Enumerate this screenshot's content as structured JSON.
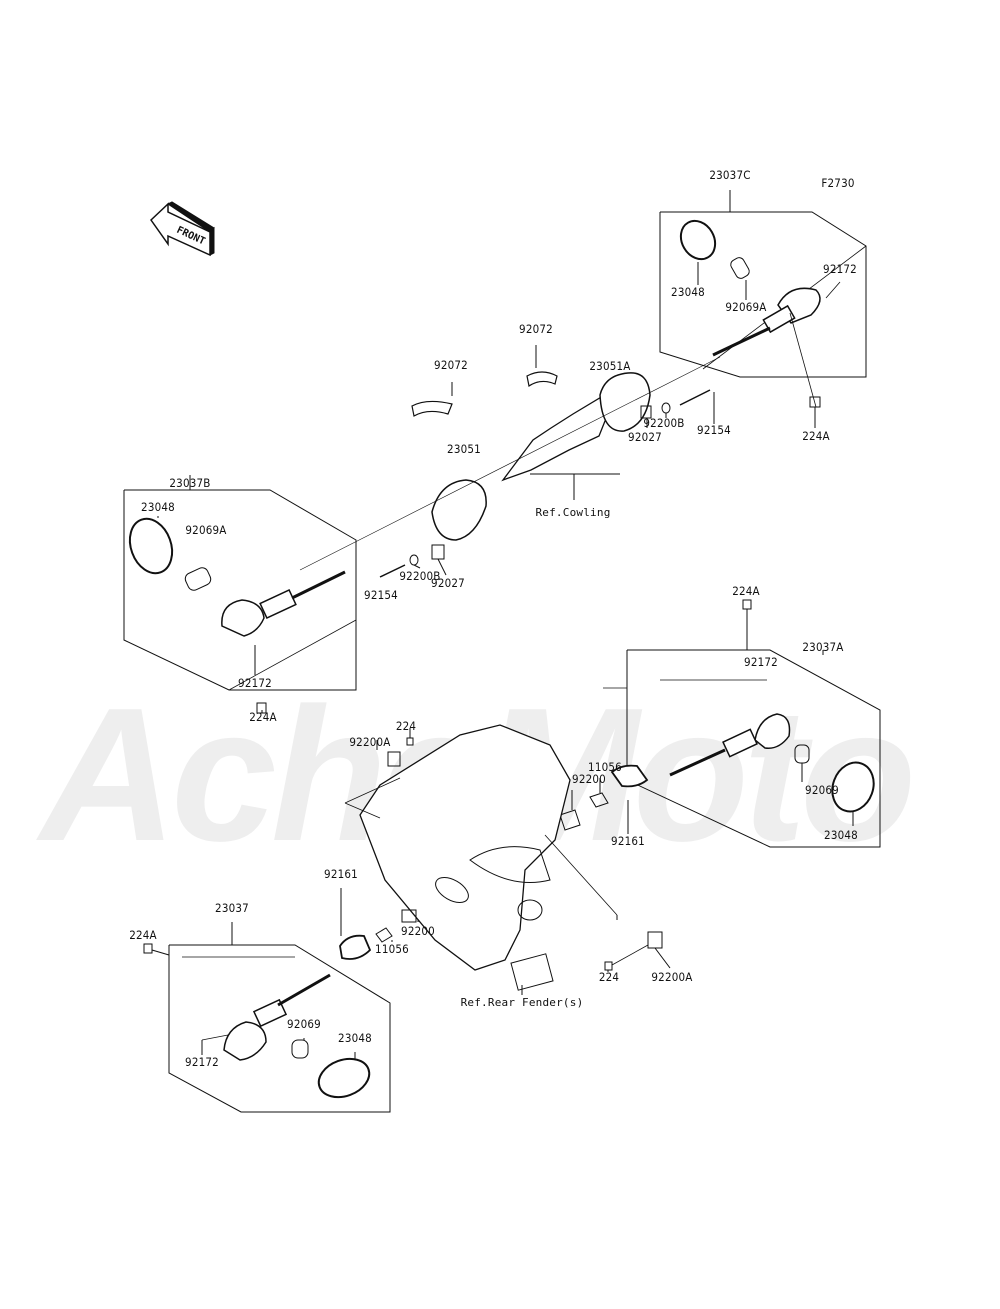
{
  "watermark": "AcheMoto",
  "figure_code": "F2730",
  "front_arrow": "FRONT",
  "labels": {
    "a23037C": "23037C",
    "a23048_tr": "23048",
    "a92069A_tr": "92069A",
    "a92172_tr": "92172",
    "a224A_tr": "224A",
    "a92072_r": "92072",
    "a92072_l": "92072",
    "a23051A": "23051A",
    "a23051": "23051",
    "a92154_r": "92154",
    "a92200B_r": "92200B",
    "a92027_r": "92027",
    "ref_cowling": "Ref.Cowling",
    "a23037B": "23037B",
    "a23048_tl": "23048",
    "a92069A_tl": "92069A",
    "a92154_l": "92154",
    "a92200B_l": "92200B",
    "a92027_l": "92027",
    "a92172_tl": "92172",
    "a224A_tl": "224A",
    "a224A_mr": "224A",
    "a23037A": "23037A",
    "a92172_mr": "92172",
    "a224_top": "224",
    "a92200A_top": "92200A",
    "a11056_r": "11056",
    "a92200_r": "92200",
    "a92069_mr": "92069",
    "a92161_r": "92161",
    "a23048_mr": "23048",
    "a23037": "23037",
    "a92161_l": "92161",
    "a224A_bl": "224A",
    "a92200_l": "92200",
    "a11056_l": "11056",
    "a224_bot": "224",
    "a92200A_bot": "92200A",
    "ref_rear_fender": "Ref.Rear Fender(s)",
    "a92069_bl": "92069",
    "a23048_bl": "23048",
    "a92172_bl": "92172"
  }
}
